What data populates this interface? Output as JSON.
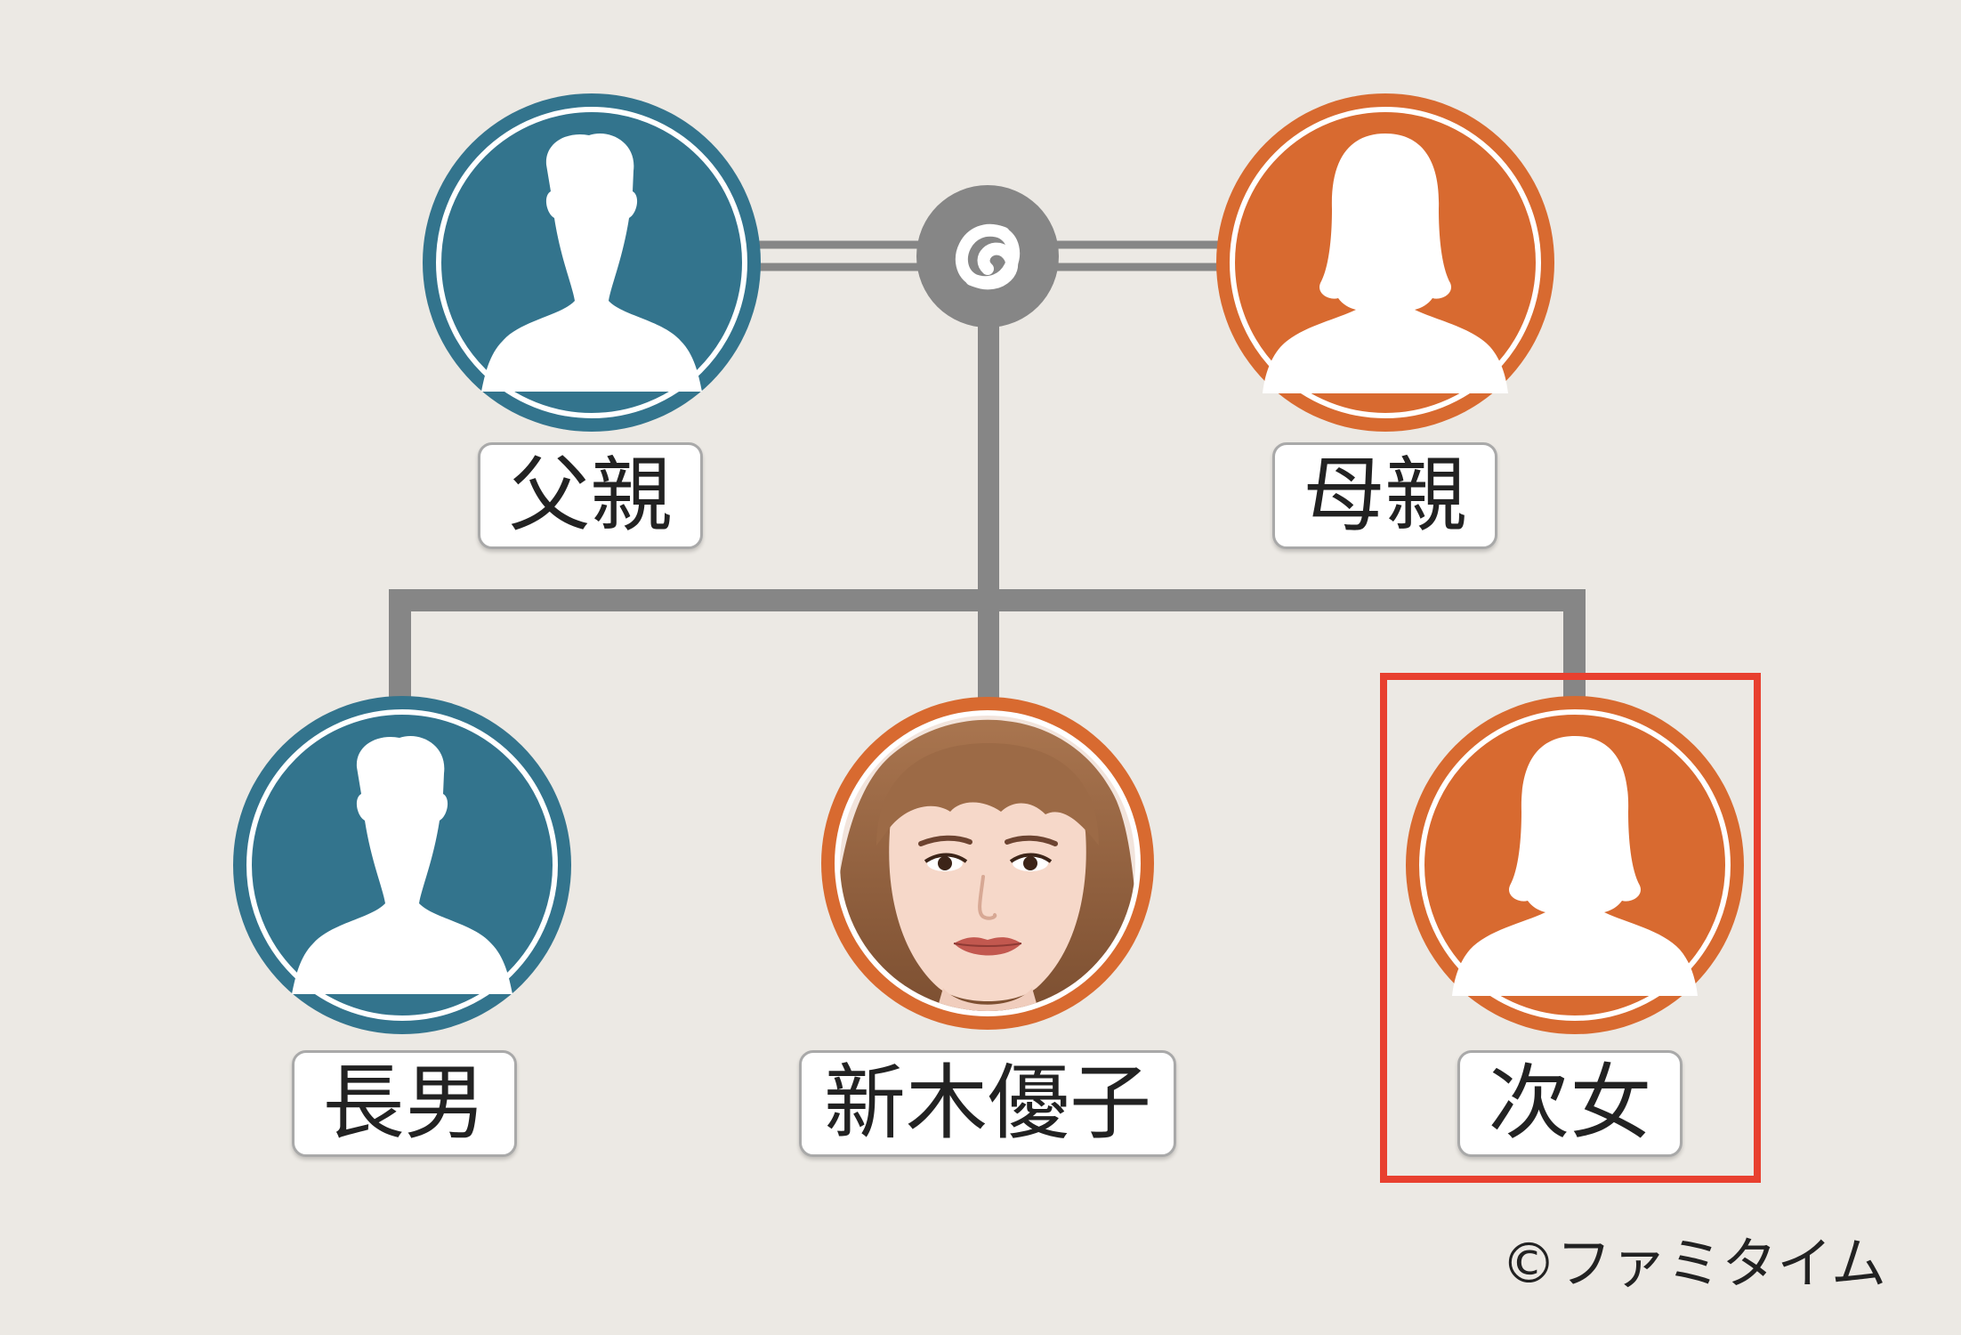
{
  "colors": {
    "background": "#ece9e4",
    "male": "#33748d",
    "female": "#d86a30",
    "connector": "#868686",
    "highlight": "#e8402f"
  },
  "couple_icon": "marriage-rings-icon",
  "people": {
    "father": {
      "label": "父親",
      "icon": "male-silhouette-icon",
      "gender": "male"
    },
    "mother": {
      "label": "母親",
      "icon": "female-silhouette-icon",
      "gender": "female"
    },
    "eldest_son": {
      "label": "長男",
      "icon": "male-silhouette-icon",
      "gender": "male"
    },
    "subject": {
      "label": "新木優子",
      "icon": "portrait-photo",
      "gender": "female"
    },
    "second_daughter": {
      "label": "次女",
      "icon": "female-silhouette-icon",
      "gender": "female",
      "highlighted": true
    }
  },
  "copyright": "©ファミタイム"
}
